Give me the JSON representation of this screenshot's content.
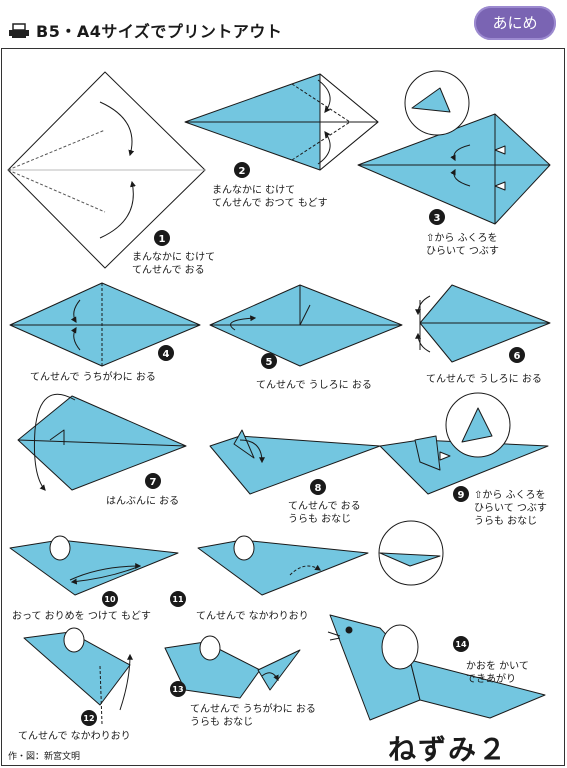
{
  "header": {
    "text": "B5・A4サイズでプリントアウト",
    "icon": "printer-icon"
  },
  "badge": {
    "label": "あにめ"
  },
  "colors": {
    "paper_blue": "#73c6e0",
    "line": "#1a1a1a"
  },
  "steps": [
    {
      "number": "1",
      "text": "まんなかに むけて\nてんせんで おる"
    },
    {
      "number": "2",
      "text": "まんなかに むけて\nてんせんで おつて もどす"
    },
    {
      "number": "3",
      "text": "⇧から ふくろを\nひらいて つぶす"
    },
    {
      "number": "4",
      "text": "てんせんで うちがわに おる"
    },
    {
      "number": "5",
      "text": "てんせんで うしろに おる"
    },
    {
      "number": "6",
      "text": "てんせんで うしろに おる"
    },
    {
      "number": "7",
      "text": "はんぶんに おる"
    },
    {
      "number": "8",
      "text": "てんせんで おる\nうらも おなじ"
    },
    {
      "number": "9",
      "text": "⇧から ふくろを\nひらいて つぶす\nうらも おなじ"
    },
    {
      "number": "10",
      "text": "おって おりめを つけて もどす"
    },
    {
      "number": "11",
      "text": "てんせんで なかわりおり"
    },
    {
      "number": "12",
      "text": "てんせんで なかわりおり"
    },
    {
      "number": "13",
      "text": "てんせんで うちがわに おる\nうらも おなじ"
    },
    {
      "number": "14",
      "text": "かおを かいて\nできあがり"
    }
  ],
  "title": "ねずみ２",
  "credit": "作・図：新宮文明"
}
